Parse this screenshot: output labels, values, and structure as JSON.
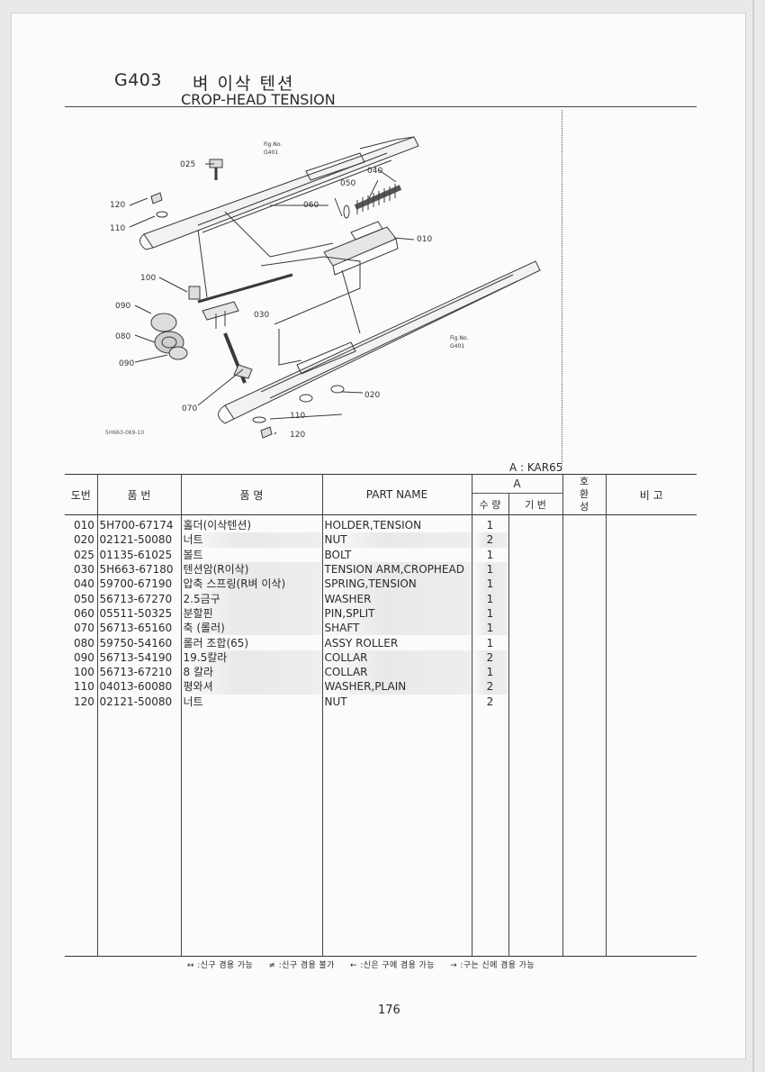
{
  "header": {
    "code": "G403",
    "title_ko": "벼 이삭 텐션",
    "title_en": "CROP-HEAD TENSION"
  },
  "diagram": {
    "figref_top": [
      "Fig.No.",
      "G401"
    ],
    "figref_bottom": [
      "Fig.No.",
      "G401"
    ],
    "callouts": {
      "c025": "025",
      "c120a": "120",
      "c110a": "110",
      "c050": "050",
      "c040": "040",
      "c060": "060",
      "c010": "010",
      "c100": "100",
      "c090a": "090",
      "c030": "030",
      "c080": "080",
      "c090b": "090",
      "c070": "070",
      "c020": "020",
      "c110b": "110",
      "c120b": "120"
    },
    "fig_code": "5H663-069-10"
  },
  "model_note": "A : KAR65",
  "table": {
    "headers": {
      "no": "도번",
      "partno": "품 번",
      "name_ko": "품 명",
      "partname": "PART NAME",
      "group_a": "A",
      "qty": "수 량",
      "base": "기 번",
      "compat": "호환성",
      "remark": "비 고"
    },
    "rows": [
      {
        "no": "010",
        "part_no": "5H700-67174",
        "name_ko": "홀더(이삭텐션)",
        "name_en": "HOLDER,TENSION",
        "qty": "1"
      },
      {
        "no": "020",
        "part_no": "02121-50080",
        "name_ko": "너트",
        "name_en": "NUT",
        "qty": "2"
      },
      {
        "no": "025",
        "part_no": "01135-61025",
        "name_ko": "볼트",
        "name_en": "BOLT",
        "qty": "1"
      },
      {
        "no": "030",
        "part_no": "5H663-67180",
        "name_ko": "텐션암(R이삭)",
        "name_en": "TENSION ARM,CROPHEAD",
        "qty": "1"
      },
      {
        "no": "040",
        "part_no": "59700-67190",
        "name_ko": "압축 스프링(R벼 이삭)",
        "name_en": "SPRING,TENSION",
        "qty": "1"
      },
      {
        "no": "050",
        "part_no": "56713-67270",
        "name_ko": "2.5금구",
        "name_en": "WASHER",
        "qty": "1"
      },
      {
        "no": "060",
        "part_no": "05511-50325",
        "name_ko": "분할핀",
        "name_en": "PIN,SPLIT",
        "qty": "1"
      },
      {
        "no": "070",
        "part_no": "56713-65160",
        "name_ko": "축 (롤러)",
        "name_en": "SHAFT",
        "qty": "1"
      },
      {
        "no": "080",
        "part_no": "59750-54160",
        "name_ko": "롤러 조합(65)",
        "name_en": "ASSY ROLLER",
        "qty": "1"
      },
      {
        "no": "090",
        "part_no": "56713-54190",
        "name_ko": "19.5칼라",
        "name_en": "COLLAR",
        "qty": "2"
      },
      {
        "no": "100",
        "part_no": "56713-67210",
        "name_ko": "8 칼라",
        "name_en": "COLLAR",
        "qty": "1"
      },
      {
        "no": "110",
        "part_no": "04013-60080",
        "name_ko": "평와셔",
        "name_en": "WASHER,PLAIN",
        "qty": "2"
      },
      {
        "no": "120",
        "part_no": "02121-50080",
        "name_ko": "너트",
        "name_en": "NUT",
        "qty": "2"
      }
    ]
  },
  "legend": [
    "↔ :신구 겸용 가능",
    "≠ :신구 겸용 불가",
    "← :신은 구에 겸용 가능",
    "→ :구는 신에 겸용 가능"
  ],
  "page_number": "176"
}
